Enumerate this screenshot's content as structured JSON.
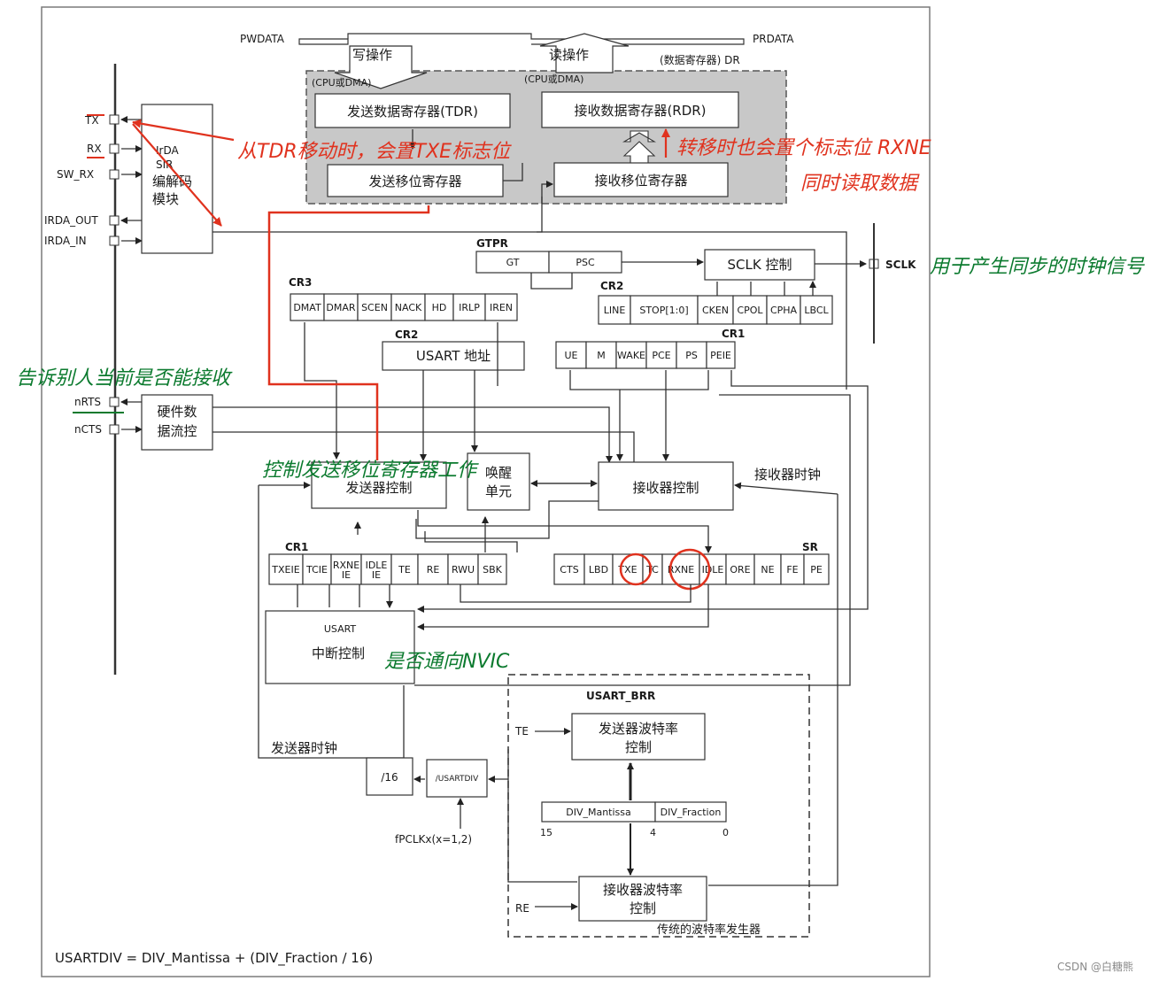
{
  "signals": {
    "pwdata": "PWDATA",
    "prdata": "PRDATA",
    "write_op": "写操作",
    "read_op": "读操作",
    "dr": "(数据寄存器) DR",
    "cpu_dma_left": "(CPU或DMA)",
    "cpu_dma_right": "(CPU或DMA)",
    "tx": "TX",
    "rx": "RX",
    "sw_rx": "SW_RX",
    "irda_out": "IRDA_OUT",
    "irda_in": "IRDA_IN",
    "nrts": "nRTS",
    "ncts": "nCTS",
    "sclk": "SCLK",
    "te": "TE",
    "re": "RE"
  },
  "blocks": {
    "tdr": "发送数据寄存器(TDR)",
    "rdr": "接收数据寄存器(RDR)",
    "tx_shift": "发送移位寄存器",
    "rx_shift": "接收移位寄存器",
    "irda_line1": "IrDA",
    "irda_line2": "SIR",
    "irda_line3": "编解码",
    "irda_line4": "模块",
    "gtpr": "GTPR",
    "gt": "GT",
    "psc": "PSC",
    "sclk_ctrl": "SCLK 控制",
    "hw_flow_line1": "硬件数",
    "hw_flow_line2": "据流控",
    "usart_addr": "USART 地址",
    "tx_ctrl": "发送器控制",
    "wake_line1": "唤醒",
    "wake_line2": "单元",
    "rx_ctrl": "接收器控制",
    "rx_clock": "接收器时钟",
    "int_line1": "USART",
    "int_line2": "中断控制",
    "tx_clock": "发送器时钟",
    "div16": "/16",
    "div_usartdiv": "/USARTDIV",
    "fpclk": "fPCLKx(x=1,2)",
    "usart_brr": "USART_BRR",
    "tx_baud_line1": "发送器波特率",
    "tx_baud_line2": "控制",
    "rx_baud_line1": "接收器波特率",
    "rx_baud_line2": "控制",
    "div_mantissa": "DIV_Mantissa",
    "div_fraction": "DIV_Fraction",
    "bit15": "15",
    "bit4": "4",
    "bit0": "0",
    "baud_gen": "传统的波特率发生器",
    "formula": "USARTDIV = DIV_Mantissa + (DIV_Fraction / 16)"
  },
  "registers": {
    "cr3_label": "CR3",
    "cr3_bits": [
      "DMAT",
      "DMAR",
      "SCEN",
      "NACK",
      "HD",
      "IRLP",
      "IREN"
    ],
    "cr2_label": "CR2",
    "cr2_bits": [
      "LINE",
      "STOP[1:0]",
      "CKEN",
      "CPOL",
      "CPHA",
      "LBCL"
    ],
    "cr2b_label": "CR2",
    "cr1_label": "CR1",
    "cr1_bits": [
      "UE",
      "M",
      "WAKE",
      "PCE",
      "PS",
      "PEIE"
    ],
    "cr1b_label": "CR1",
    "cr1b_bits": [
      "TXEIE",
      "TCIE",
      "RXNE IE",
      "IDLE IE",
      "TE",
      "RE",
      "RWU",
      "SBK"
    ],
    "sr_label": "SR",
    "sr_bits": [
      "CTS",
      "LBD",
      "TXE",
      "TC",
      "RXNE",
      "IDLE",
      "ORE",
      "NE",
      "FE",
      "PE"
    ]
  },
  "annotations": {
    "red_tdr": "从TDR移动时，会置TXE标志位",
    "red_rxne_line1": "转移时也会置个标志位 RXNE",
    "red_rxne_line2": "同时读取数据",
    "green_sclk": "用于产生同步的时钟信号",
    "green_nrts": "告诉别人当前是否能接收",
    "green_txctrl": "控制发送移位寄存器工作",
    "green_nvic": "是否通向NVIC"
  },
  "watermark": "CSDN @白糖熊",
  "colors": {
    "annotation_red": "#e0321e",
    "annotation_green": "#0b7a2e",
    "data_region_gray": "#c8c8c8",
    "line": "#333333"
  }
}
